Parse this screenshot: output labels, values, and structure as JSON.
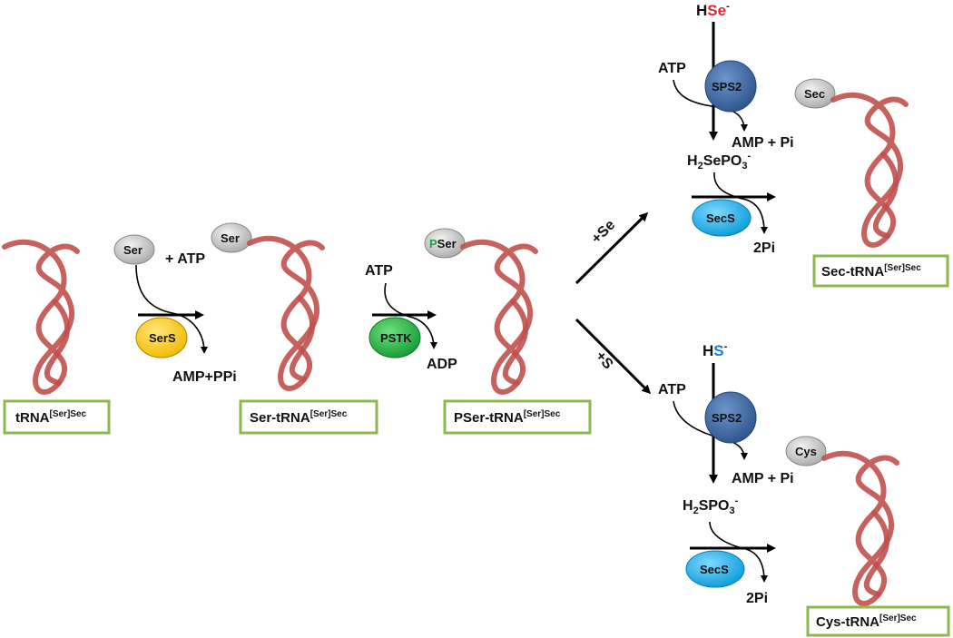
{
  "colors": {
    "box_border": "#8cb84f",
    "trna_strand": "#c0504d",
    "sers_enzyme": "#ffd21a",
    "pstk_enzyme": "#22b34b",
    "sps2_enzyme": "#3f6fa8",
    "secs_enzyme": "#1fb4f0",
    "aa_pill": "#c8c8c8",
    "selenium_red": "#e8222a",
    "sulfur_blue": "#1a7bd6",
    "phospho_green": "#1f9e3a"
  },
  "boxes": {
    "trna": {
      "main": "tRNA",
      "sup": "[Ser]Sec"
    },
    "ser_trna": {
      "main": "Ser-tRNA",
      "sup": "[Ser]Sec"
    },
    "pser_trna": {
      "main": "PSer-tRNA",
      "sup": "[Ser]Sec"
    },
    "sec_trna": {
      "main": "Sec-tRNA",
      "sup": "[Ser]Sec"
    },
    "cys_trna": {
      "main": "Cys-tRNA",
      "sup": "[Ser]Sec"
    }
  },
  "step1": {
    "substrate": "Ser",
    "cosubstrate": "+ ATP",
    "enzyme": "SerS",
    "products": "AMP+PPi",
    "charged_pill": "Ser"
  },
  "step2": {
    "cosubstrate": "ATP",
    "enzyme": "PSTK",
    "product": "ADP",
    "pill_p": "P",
    "pill_rest": "Ser"
  },
  "branch": {
    "se_label": "+Se",
    "s_label": "+S"
  },
  "sec_path": {
    "donor_h": "H",
    "donor_el": "Se",
    "donor_charge": "-",
    "atp": "ATP",
    "enzyme": "SPS2",
    "products": "AMP + Pi",
    "intermediate_a": "H",
    "intermediate_sub": "2",
    "intermediate_b": "SePO",
    "intermediate_sub2": "3",
    "intermediate_charge": "-",
    "secs": "SecS",
    "released": "2Pi",
    "pill": "Sec"
  },
  "cys_path": {
    "donor_h": "H",
    "donor_el": "S",
    "donor_charge": "-",
    "atp": "ATP",
    "enzyme": "SPS2",
    "products": "AMP + Pi",
    "intermediate_a": "H",
    "intermediate_sub": "2",
    "intermediate_b": "SPO",
    "intermediate_sub2": "3",
    "intermediate_charge": "-",
    "secs": "SecS",
    "released": "2Pi",
    "pill": "Cys"
  }
}
